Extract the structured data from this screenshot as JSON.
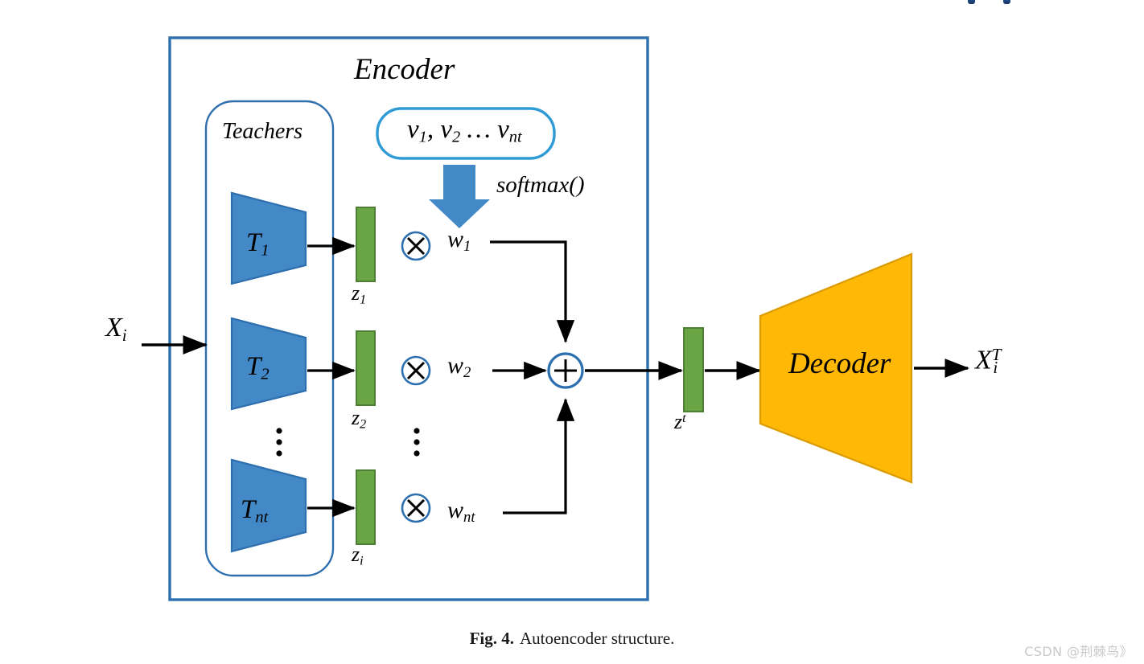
{
  "figure": {
    "caption_number": "Fig. 4.",
    "caption_text": "Autoencoder structure.",
    "watermark": "CSDN @荆棘鸟》"
  },
  "colors": {
    "encoder_border": "#2E6FAF",
    "teachers_border": "#2E6FAF",
    "teacher_fill": "#4389C7",
    "teacher_stroke": "#2E6FAF",
    "latent_fill": "#69A544",
    "latent_stroke": "#4E7E33",
    "vbox_border": "#2E9BD6",
    "softmax_arrow": "#4389C7",
    "operator_ring": "#2E6FAF",
    "decoder_fill": "#FFB805",
    "decoder_stroke": "#D99B00",
    "arrow": "#000000",
    "caption": "#1a1a1a",
    "watermark": "#c9c9c9"
  },
  "encoder": {
    "title": "Encoder",
    "teachers": {
      "title": "Teachers",
      "items": [
        {
          "label": "T",
          "sub": "1"
        },
        {
          "label": "T",
          "sub": "2"
        },
        {
          "label": "T",
          "sub": "nt"
        }
      ],
      "ellipsis": "⋮"
    },
    "latents": [
      {
        "label": "z",
        "sub": "1"
      },
      {
        "label": "z",
        "sub": "2"
      },
      {
        "label": "z",
        "sub": "i"
      }
    ],
    "latent_ellipsis": "⋮",
    "attention": {
      "vector_box": "v₁, v₂ … v",
      "vector_box_prefix": "v",
      "vector_sub_1": "1",
      "vector_sub_2": "2",
      "vector_sub_last": "nt",
      "vector_separator": ", ",
      "vector_dots": " … ",
      "softmax_label": "softmax()"
    },
    "weights": [
      {
        "label": "w",
        "sub": "1"
      },
      {
        "label": "w",
        "sub": "2"
      },
      {
        "label": "w",
        "sub": "nt"
      }
    ],
    "multiply_symbol": "✕",
    "sum_symbol": "+"
  },
  "fused_latent": {
    "label": "z",
    "sup": "t"
  },
  "decoder": {
    "title": "Decoder"
  },
  "io": {
    "input": {
      "label": "X",
      "sub": "i"
    },
    "output": {
      "label": "X",
      "sup": "T",
      "sub": "i"
    }
  }
}
